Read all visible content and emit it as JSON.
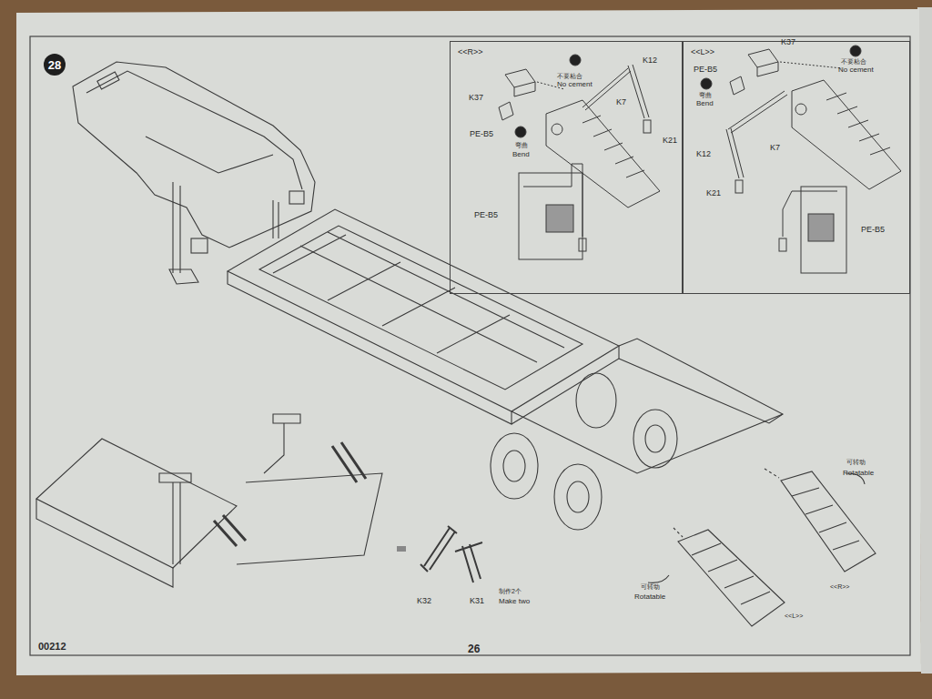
{
  "diagram": {
    "nodes": [
      {
        "text": [
          "28"
        ]
      },
      {
        "text": [
          "<<R>>"
        ]
      },
      {
        "text": [
          "<<L>>"
        ]
      }
    ],
    "labels": [
      "K37",
      "不要粘合",
      "No cement",
      "K12",
      "K7",
      "PE-B5",
      "弯曲",
      "Bend",
      "K21",
      "PE-B5",
      "K37",
      "不要粘合",
      "No cement",
      "PE-B5",
      "弯曲",
      "Bend",
      "K12",
      "K7",
      "K21",
      "PE-B5",
      "K32",
      "K31",
      "制作2个",
      "Make two",
      "可转动",
      "Rotatable",
      "<<R>>",
      "可转动",
      "Rotatable",
      "<<L>>",
      "00212",
      "26"
    ]
  }
}
